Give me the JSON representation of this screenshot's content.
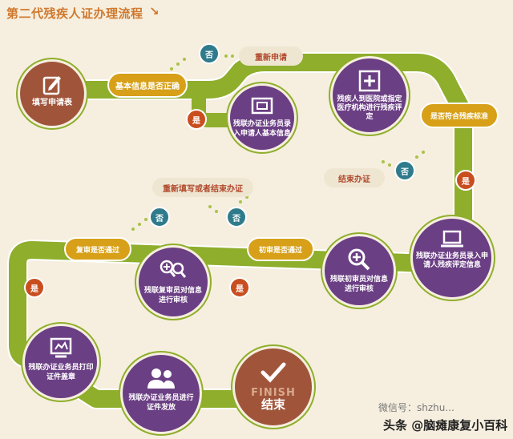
{
  "title": "第二代残疾人证办理流程",
  "nodes": {
    "apply": "填写申请表",
    "basic_check": "基本信息是否正确",
    "reapply": "重新申请",
    "enter_basic": "残联办证业务员录入申请人基本信息",
    "hospital": "残疾人到医院或指定医疗机构进行残疾评定",
    "meets_standard": "是否符合残疾标准",
    "end_process": "结束办证",
    "enter_eval": "残联办证业务员录入申请人残疾评定信息",
    "first_review": "残联初审员对信息进行审核",
    "first_pass": "初审是否通过",
    "refill": "重新填写或者结束办证",
    "second_review": "残联复审员对信息进行审核",
    "second_pass": "复审是否通过",
    "print": "残联办证业务员打印证件盖章",
    "issue": "残联办证业务员进行证件发放",
    "finish_en": "FINISH",
    "finish_cn": "结束"
  },
  "badges": {
    "yes": "是",
    "no": "否"
  },
  "watermark": {
    "wechat": "微信号：shzhu...",
    "toutiao": "头条 @脑瘫康复小百科"
  },
  "colors": {
    "track": "#8fae2c",
    "purple": "#6b3f84",
    "gold": "#d7a018",
    "blue": "#2f7b8c",
    "red": "#c94e1f",
    "brown": "#a0553b"
  }
}
